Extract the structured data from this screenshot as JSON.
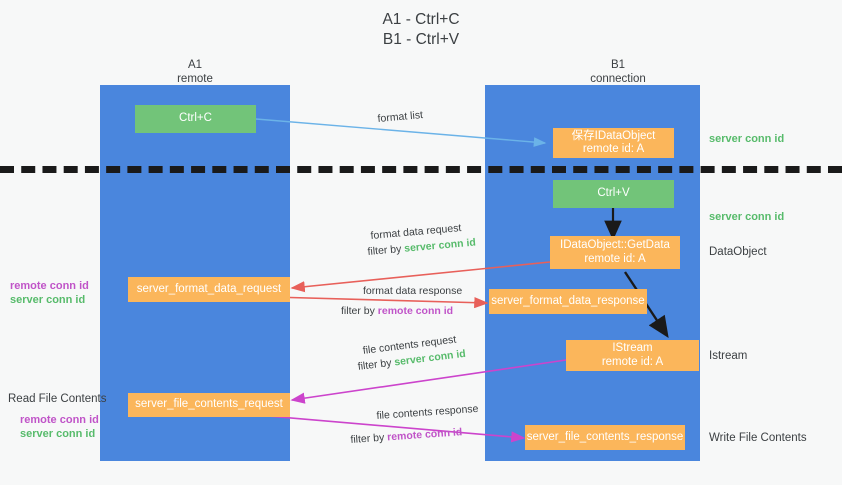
{
  "title": {
    "line1": "A1 - Ctrl+C",
    "line2": "B1 - Ctrl+V"
  },
  "columns": [
    {
      "name": "A1",
      "role": "remote"
    },
    {
      "name": "B1",
      "role": "connection"
    }
  ],
  "nodes": {
    "ctrl_c": {
      "label": "Ctrl+C",
      "color": "#72c479"
    },
    "save_dataobject": {
      "line1": "保存IDataObject",
      "line2": "remote id: A",
      "color": "#fbb65b"
    },
    "ctrl_v": {
      "label": "Ctrl+V",
      "color": "#72c479"
    },
    "getdata": {
      "line1": "IDataObject::GetData",
      "line2": "remote id: A",
      "color": "#fbb65b"
    },
    "server_format_data_request": {
      "label": "server_format_data_request",
      "color": "#fbb65b"
    },
    "server_format_data_response": {
      "label": "server_format_data_response",
      "color": "#fbb65b"
    },
    "istream": {
      "line1": "IStream",
      "line2": "remote id: A",
      "color": "#fbb65b"
    },
    "server_file_contents_request": {
      "label": "server_file_contents_request",
      "color": "#fbb65b"
    },
    "server_file_contents_response": {
      "label": "server_file_contents_response",
      "color": "#fbb65b"
    }
  },
  "edges": {
    "format_list": {
      "label": "format list"
    },
    "format_data_request": {
      "label": "format data request",
      "filter_prefix": "filter by ",
      "filter_value": "server conn id"
    },
    "format_data_response": {
      "label": "format data response",
      "filter_prefix": "filter by ",
      "filter_value": "remote conn id"
    },
    "file_contents_request": {
      "label": "file contents request",
      "filter_prefix": "filter by ",
      "filter_value": "server conn id"
    },
    "file_contents_response": {
      "label": "file contents response",
      "filter_prefix": "filter by ",
      "filter_value": "remote conn id"
    }
  },
  "right_labels": {
    "server_conn_id_top": "server conn id",
    "server_conn_id_second": "server conn id",
    "dataobject": "DataObject",
    "istream": "Istream",
    "write_file_contents": "Write File Contents"
  },
  "left_labels": {
    "remote_conn_id_1": "remote conn id",
    "server_conn_id_1": "server conn id",
    "read_file_contents": "Read File Contents",
    "remote_conn_id_2": "remote conn id",
    "server_conn_id_2": "server conn id"
  },
  "colors": {
    "lane": "#4a86dd",
    "green_box": "#72c479",
    "orange_box": "#fbb65b",
    "server_conn_id": "#57bb6b",
    "remote_conn_id": "#c054c8",
    "arrow_blue": "#6bb3e8",
    "arrow_red": "#e8605a",
    "arrow_magenta": "#cc44cc",
    "arrow_black": "#1a1a1a",
    "background": "#f7f8f8"
  }
}
